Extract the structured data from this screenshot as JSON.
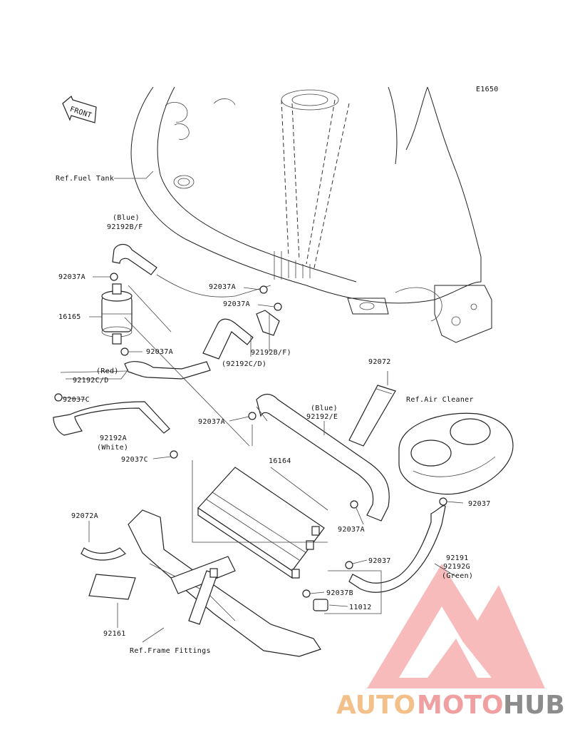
{
  "diagram_code": "E1650",
  "front_label": "FRONT",
  "labels": {
    "fuel_tank": "Ref.Fuel Tank",
    "blue_top": "(Blue)",
    "p92192bf_top": "92192B/F",
    "p92037a_1": "92037A",
    "p16165": "16165",
    "p92037a_2": "92037A",
    "red": "(Red)",
    "p92192cd_left": "92192C/D",
    "p92037c_1": "92037C",
    "p92192a": "92192A",
    "white": "(White)",
    "p92037c_2": "92037C",
    "p92037a_3": "92037A",
    "p92037a_4": "92037A",
    "p92192bf_mid": "92192B/F)",
    "p92192cd_mid": "(92192C/D)",
    "p92072": "92072",
    "air_cleaner": "Ref.Air Cleaner",
    "blue_mid": "(Blue)",
    "p92192e": "92192/E",
    "p92037a_5": "92037A",
    "p16164": "16164",
    "p92037": "92037",
    "p92037a_6": "92037A",
    "p92037_2": "92037",
    "p92191": "92191",
    "p92192g": "92192G",
    "green": "(Green)",
    "p92072a": "92072A",
    "p92037b": "92037B",
    "p11012": "11012",
    "p92161": "92161",
    "frame_fittings": "Ref.Frame Fittings"
  },
  "watermark": {
    "part1": "AUTO",
    "part2": "MOTO",
    "part3": "HUB",
    "color_orange": "#f4c08a",
    "color_red": "#f0a0a0",
    "color_gray": "#8c8c8c"
  }
}
